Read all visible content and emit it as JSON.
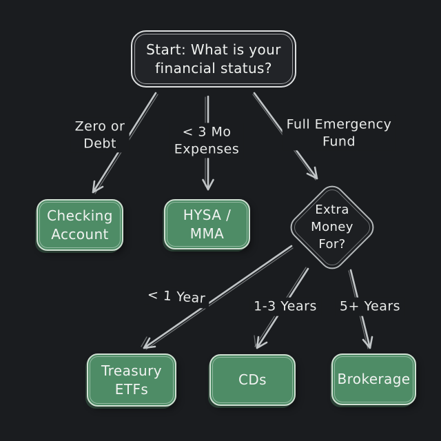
{
  "diagram": {
    "type": "flowchart",
    "theme": "hand-drawn dark chalkboard",
    "colors": {
      "background": "#1a1c1f",
      "outcome_node_fill": "#4e8c66",
      "outcome_node_border": "#cfe0d2",
      "start_node_fill": "#222428",
      "start_node_border": "#dfe1e2",
      "decision_border": "#b6babc",
      "arrow_stroke": "#c1c5c7",
      "text": "#f1f3f1"
    }
  },
  "nodes": {
    "start": {
      "label": "Start: What is your financial status?",
      "line1": "Start: What is your",
      "line2": "financial status?"
    },
    "checking": {
      "label": "Checking Account",
      "line1": "Checking",
      "line2": "Account"
    },
    "hysa": {
      "label": "HYSA / MMA",
      "line1": "HYSA /",
      "line2": "MMA"
    },
    "decision": {
      "label": "Extra Money For?",
      "line1": "Extra",
      "line2": "Money",
      "line3": "For?"
    },
    "treasury": {
      "label": "Treasury ETFs",
      "line1": "Treasury",
      "line2": "ETFs"
    },
    "cds": {
      "label": "CDs",
      "line1": "CDs"
    },
    "brokerage": {
      "label": "Brokerage",
      "line1": "Brokerage"
    }
  },
  "edge_labels": {
    "zero_debt": {
      "label": "Zero or Debt",
      "line1": "Zero or",
      "line2": "Debt"
    },
    "under_3mo": {
      "label": "< 3 Mo Expenses",
      "line1": "< 3 Mo",
      "line2": "Expenses"
    },
    "full_fund": {
      "label": "Full Emergency Fund",
      "line1": "Full Emergency",
      "line2": "Fund"
    },
    "under_1yr": {
      "label": "< 1 Year",
      "line1": "< 1 Year"
    },
    "yr1_3": {
      "label": "1-3 Years",
      "line1": "1-3 Years"
    },
    "yr5_plus": {
      "label": "5+ Years",
      "line1": "5+ Years"
    }
  },
  "edges": [
    {
      "from": "start",
      "to": "checking",
      "label": "Zero or Debt"
    },
    {
      "from": "start",
      "to": "hysa",
      "label": "< 3 Mo Expenses"
    },
    {
      "from": "start",
      "to": "decision",
      "label": "Full Emergency Fund"
    },
    {
      "from": "decision",
      "to": "treasury",
      "label": "< 1 Year"
    },
    {
      "from": "decision",
      "to": "cds",
      "label": "1-3 Years"
    },
    {
      "from": "decision",
      "to": "brokerage",
      "label": "5+ Years"
    }
  ]
}
